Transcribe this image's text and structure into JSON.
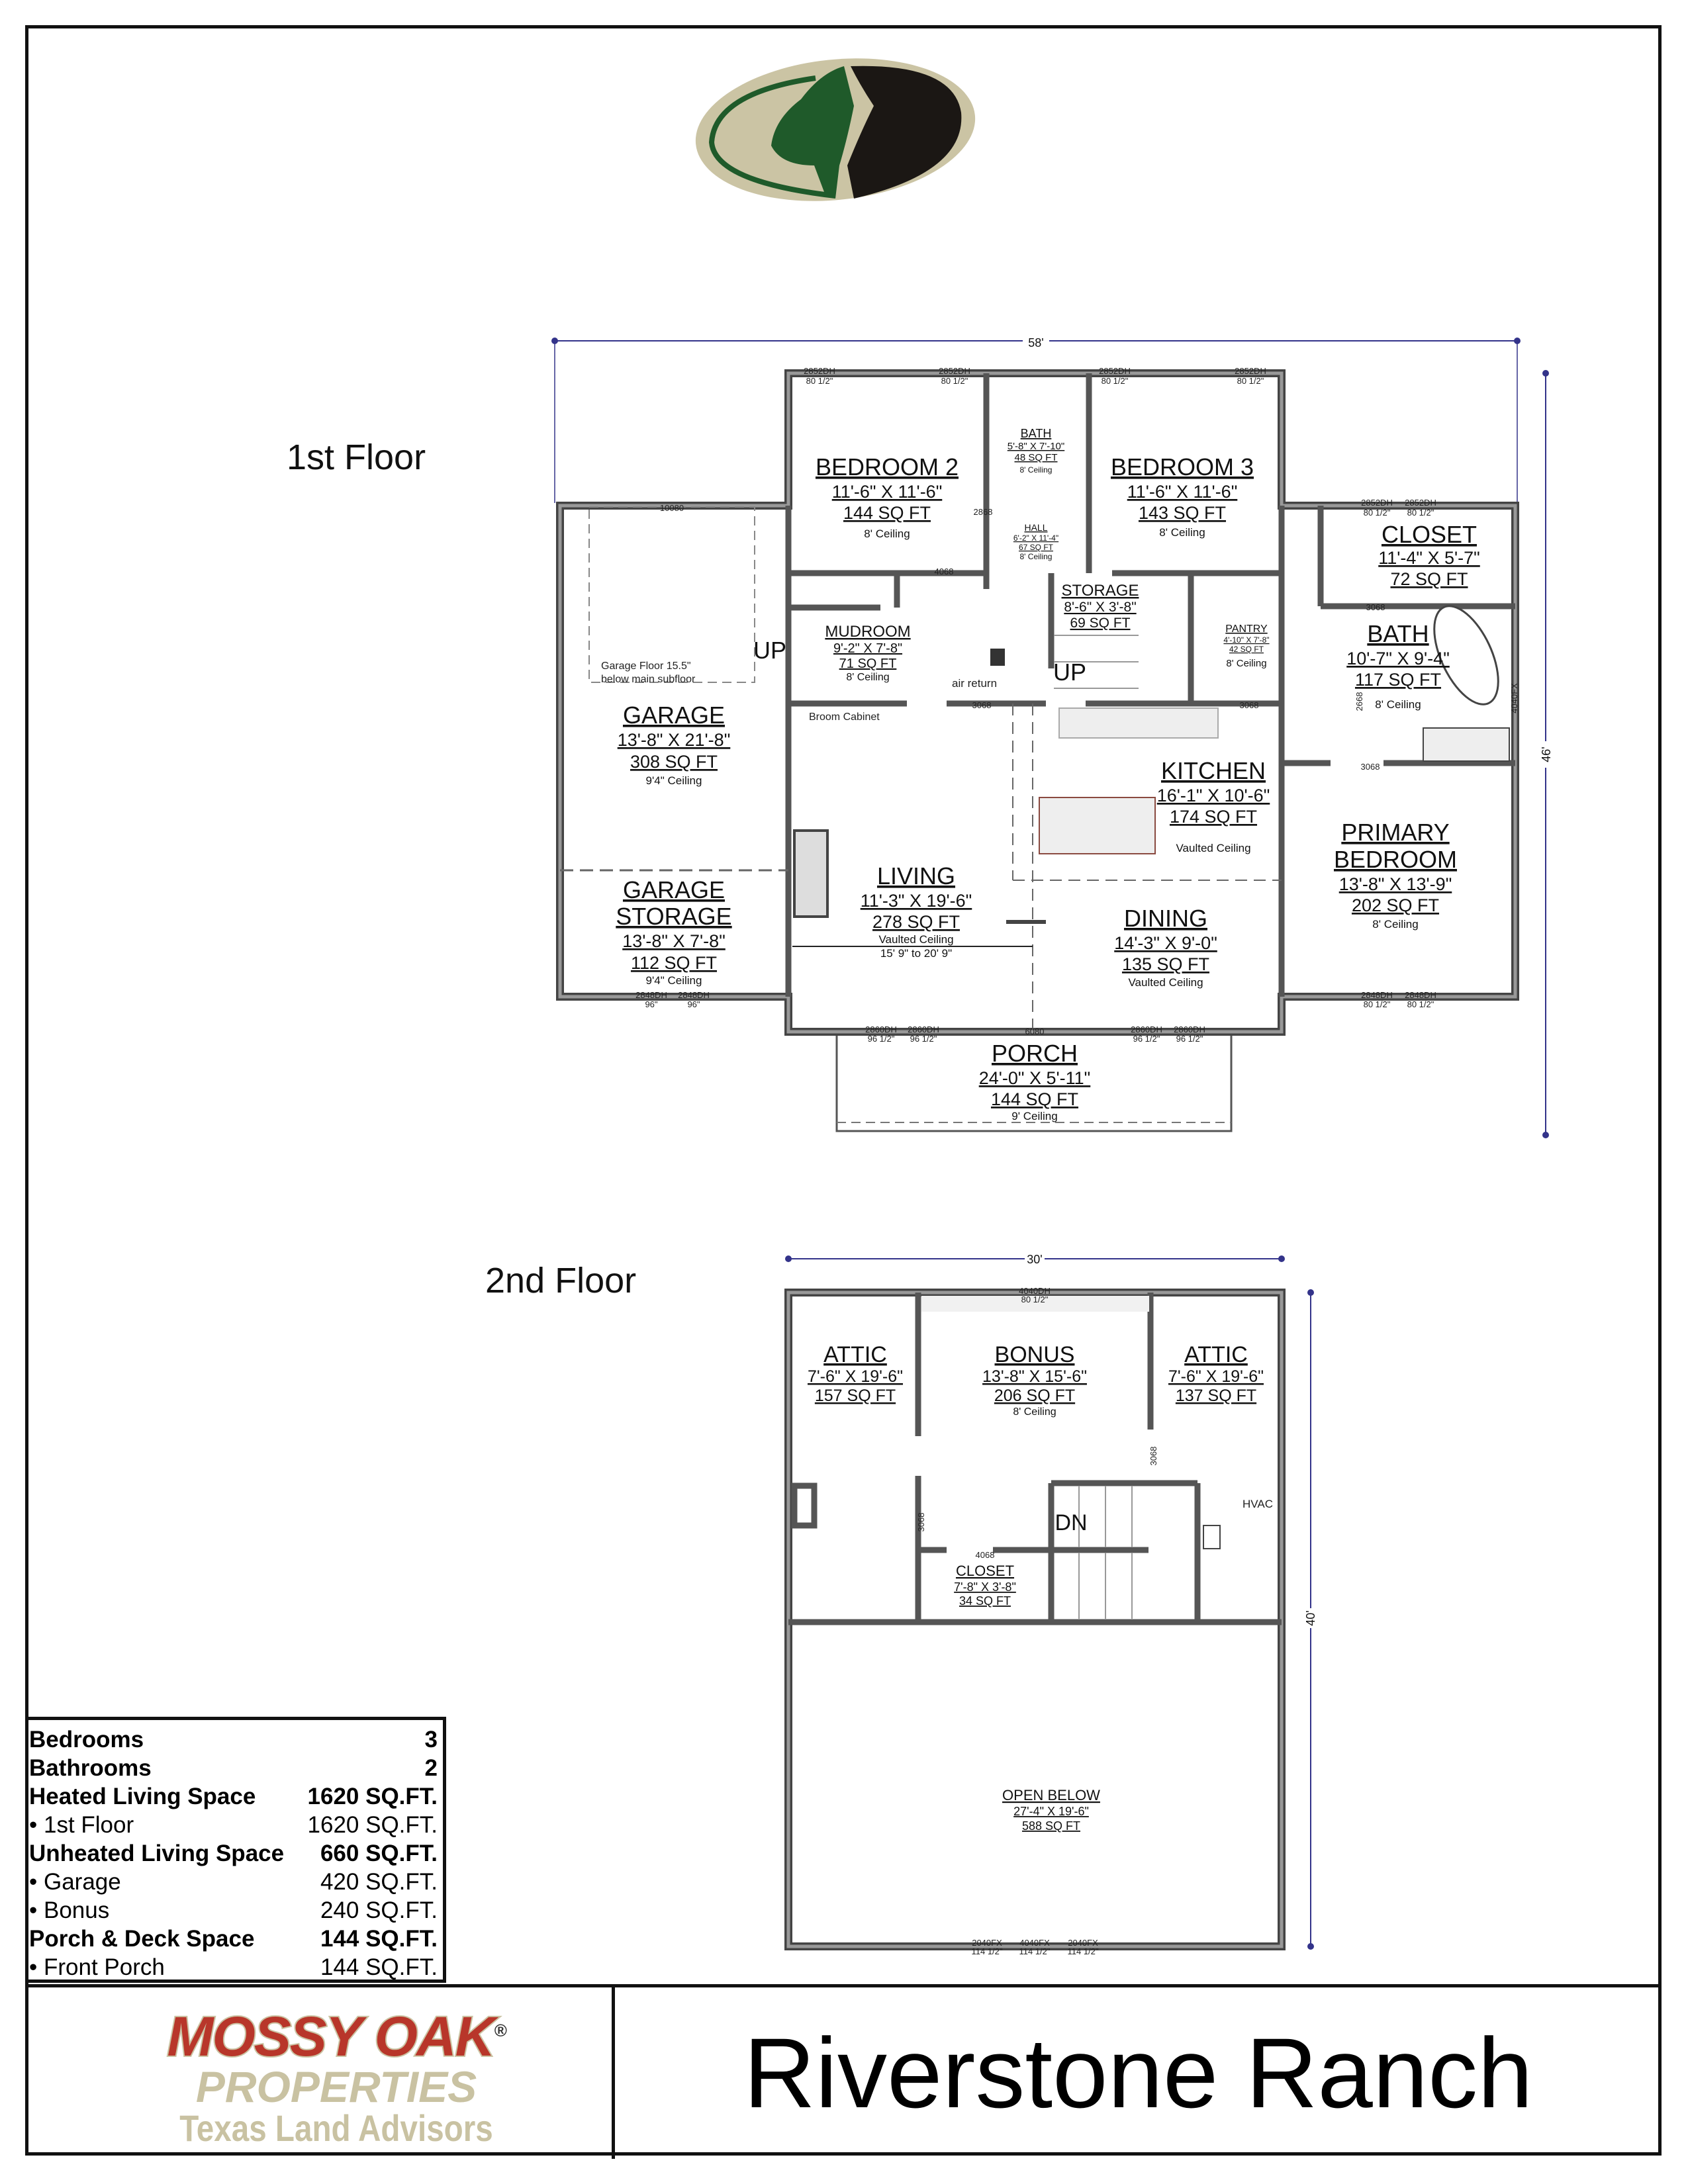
{
  "title": "Riverstone Ranch",
  "brand": {
    "line1": "MOSSY OAK",
    "registered": "®",
    "line2": "PROPERTIES",
    "line3": "Texas Land Advisors",
    "colors": {
      "red": "#b8362a",
      "tan": "#c9c2a2",
      "green": "#1f5a2a",
      "black": "#1b1714"
    }
  },
  "floors": {
    "first": "1st Floor",
    "second": "2nd Floor"
  },
  "stats": [
    {
      "label": "Bedrooms",
      "value": "3",
      "bold": true
    },
    {
      "label": "Bathrooms",
      "value": "2",
      "bold": true
    },
    {
      "label": "Heated Living Space",
      "value": "1620 SQ.FT.",
      "bold": true
    },
    {
      "label": "• 1st Floor",
      "value": "1620 SQ.FT.",
      "bold": false
    },
    {
      "label": "Unheated Living Space",
      "value": "660 SQ.FT.",
      "bold": true
    },
    {
      "label": "• Garage",
      "value": "420 SQ.FT.",
      "bold": false
    },
    {
      "label": "• Bonus",
      "value": "240 SQ.FT.",
      "bold": false
    },
    {
      "label": "Porch & Deck Space",
      "value": "144 SQ.FT.",
      "bold": true
    },
    {
      "label": "• Front Porch",
      "value": "144 SQ.FT.",
      "bold": false
    }
  ],
  "first_floor": {
    "width_dim": "58'",
    "depth_dim": "46'",
    "rooms": {
      "bedroom2": {
        "name": "BEDROOM 2",
        "dims": "11'-6\" X 11'-6\"",
        "area": "144 SQ FT",
        "ceiling": "8' Ceiling"
      },
      "bath": {
        "name": "BATH",
        "dims": "5'-8\" X 7'-10\"",
        "area": "48 SQ FT",
        "ceiling": "8' Ceiling"
      },
      "bedroom3": {
        "name": "BEDROOM 3",
        "dims": "11'-6\" X 11'-6\"",
        "area": "143 SQ FT",
        "ceiling": "8' Ceiling"
      },
      "hall": {
        "name": "HALL",
        "dims": "6'-2\" X 11'-4\"",
        "area": "67 SQ FT",
        "ceiling": "8' Ceiling"
      },
      "closet": {
        "name": "CLOSET",
        "dims": "11'-4\" X 5'-7\"",
        "area": "72 SQ FT"
      },
      "storage": {
        "name": "STORAGE",
        "dims": "8'-6\" X 3'-8\"",
        "area": "69 SQ FT"
      },
      "mudroom": {
        "name": "MUDROOM",
        "dims": "9'-2\" X 7'-8\"",
        "area": "71 SQ FT",
        "ceiling": "8' Ceiling"
      },
      "pantry": {
        "name": "PANTRY",
        "dims": "4'-10\" X 7'-8\"",
        "area": "42 SQ FT",
        "ceiling": "8' Ceiling"
      },
      "primary_bath": {
        "name": "BATH",
        "dims": "10'-7\" X 9'-4\"",
        "area": "117 SQ FT",
        "ceiling": "8' Ceiling"
      },
      "garage": {
        "name": "GARAGE",
        "dims": "13'-8\" X 21'-8\"",
        "area": "308 SQ FT",
        "ceiling": "9'4\" Ceiling"
      },
      "kitchen": {
        "name": "KITCHEN",
        "dims": "16'-1\" X 10'-6\"",
        "area": "174 SQ FT",
        "ceiling": "Vaulted Ceiling"
      },
      "primary_bedroom": {
        "name1": "PRIMARY",
        "name2": "BEDROOM",
        "dims": "13'-8\" X 13'-9\"",
        "area": "202 SQ FT",
        "ceiling": "8' Ceiling"
      },
      "living": {
        "name": "LIVING",
        "dims": "11'-3\" X 19'-6\"",
        "area": "278 SQ FT",
        "ceiling": "Vaulted Ceiling",
        "ceiling2": "15' 9\" to 20' 9\""
      },
      "dining": {
        "name": "DINING",
        "dims": "14'-3\" X 9'-0\"",
        "area": "135 SQ FT",
        "ceiling": "Vaulted Ceiling"
      },
      "garage_storage": {
        "name1": "GARAGE",
        "name2": "STORAGE",
        "dims": "13'-8\" X 7'-8\"",
        "area": "112 SQ FT",
        "ceiling": "9'4\" Ceiling"
      },
      "porch": {
        "name": "PORCH",
        "dims": "24'-0\" X 5'-11\"",
        "area": "144 SQ FT",
        "ceiling": "9' Ceiling"
      }
    },
    "notes": {
      "up1": "UP",
      "up2": "UP",
      "garage_floor1": "Garage Floor 15.5\"",
      "garage_floor2": "below main subfloor",
      "air_return": "air return",
      "broom": "Broom Cabinet"
    },
    "tags": {
      "w_dh": "2852DH",
      "w_dh_h": "80 1/2\"",
      "garage_door": "10080",
      "door_3068": "3068",
      "door_2868": "2868",
      "door_2668": "2668",
      "door_4068": "4068",
      "door_6080": "6080",
      "w_2848": "2848DH",
      "w_2848_h": "96\"",
      "w_2848_h2": "80 1/2\"",
      "w_2860": "2860DH",
      "w_2860_h": "96 1/2\"",
      "w_4040fx": "4040FX"
    }
  },
  "second_floor": {
    "width_dim": "30'",
    "depth_dim": "40'",
    "rooms": {
      "attic_left": {
        "name": "ATTIC",
        "dims": "7'-6\" X 19'-6\"",
        "area": "157 SQ FT"
      },
      "bonus": {
        "name": "BONUS",
        "dims": "13'-8\" X 15'-6\"",
        "area": "206 SQ FT",
        "ceiling": "8' Ceiling"
      },
      "attic_right": {
        "name": "ATTIC",
        "dims": "7'-6\" X 19'-6\"",
        "area": "137 SQ FT"
      },
      "closet": {
        "name": "CLOSET",
        "dims": "7'-8\" X 3'-8\"",
        "area": "34 SQ FT"
      },
      "open_below": {
        "name": "OPEN BELOW",
        "dims": "27'-4\" X 19'-6\"",
        "area": "588 SQ FT"
      }
    },
    "notes": {
      "dn": "DN",
      "hvac": "HVAC"
    },
    "tags": {
      "w_top": "4040DH",
      "w_top_h": "80 1/2\"",
      "w_fx1": "2040FX",
      "w_fx2": "4040FX",
      "w_fx3": "2040FX",
      "w_fx_h": "114 1/2\"",
      "door_3068": "3068",
      "door_4068": "4068"
    }
  }
}
